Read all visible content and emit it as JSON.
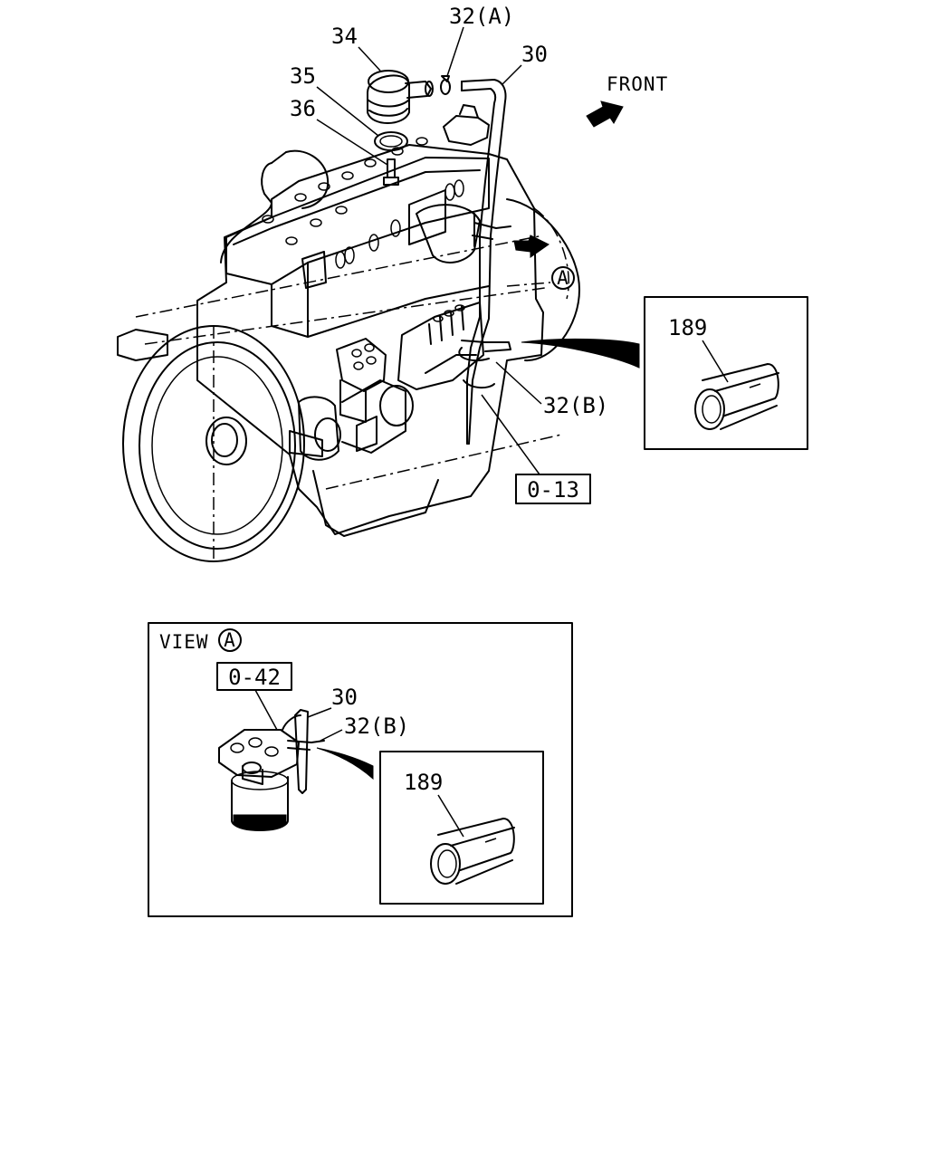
{
  "labels": {
    "part_34": "34",
    "part_32a": "32(A)",
    "part_30": "30",
    "part_35": "35",
    "part_36": "36",
    "front": "FRONT",
    "view_marker": "A",
    "part_189_top": "189",
    "part_32b": "32(B)",
    "ref_013": "0-13"
  },
  "view_a": {
    "title": "VIEW",
    "marker": "A",
    "ref_042": "0-42",
    "part_30": "30",
    "part_32b": "32(B)",
    "part_189": "189"
  }
}
